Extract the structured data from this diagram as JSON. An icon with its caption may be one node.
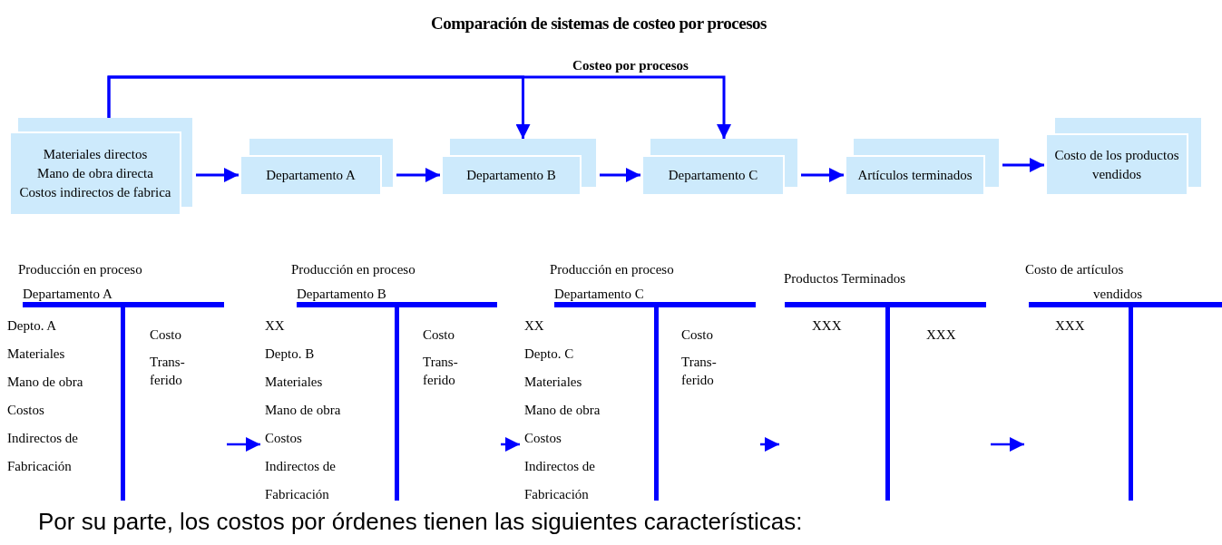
{
  "diagram": {
    "title": "Comparación de sistemas de costeo por procesos",
    "nodes": [
      {
        "text": [
          "Materiales directos",
          "Mano de obra directa",
          "Costos indirectos de fabrica"
        ]
      },
      {
        "text": [
          "Departamento A"
        ]
      },
      {
        "text": [
          "Departamento B"
        ]
      },
      {
        "text": [
          "Departamento C"
        ]
      },
      {
        "text": [
          "Artículos terminados"
        ]
      },
      {
        "text": [
          "Costo de los productos vendidos"
        ]
      },
      {
        "text": [
          "Producción en proceso",
          "Departamento A",
          "Depto. A",
          "Materiales",
          "Mano de obra",
          "Costos",
          "Indirectos de",
          "Fabricación",
          "Costo",
          "Trans- ferido"
        ]
      },
      {
        "text": [
          "Producción en proceso",
          "Departamento B",
          "XX",
          "Depto. B",
          "Materiales",
          "Mano de obra",
          "Costos",
          "Indirectos de",
          "Fabricación",
          "Costo",
          "Trans- ferido"
        ]
      },
      {
        "text": [
          "Producción en proceso",
          "Departamento C",
          "XX",
          "Depto. C",
          "Materiales",
          "Mano de obra",
          "Costos",
          "Indirectos de",
          "Fabricación",
          "Costo",
          "Trans- ferido"
        ]
      },
      {
        "text": [
          "Productos Terminados",
          "XXX",
          "XXX"
        ]
      },
      {
        "text": [
          "Costo de artículos",
          "vendidos",
          "XXX"
        ]
      }
    ],
    "edges": [
      {
        "from": 0,
        "to": 1,
        "arrow": "to"
      },
      {
        "from": 1,
        "to": 2,
        "arrow": "to"
      },
      {
        "from": 2,
        "to": 3,
        "arrow": "to"
      },
      {
        "from": 3,
        "to": 4,
        "arrow": "to"
      },
      {
        "from": 4,
        "to": 5,
        "arrow": "to"
      },
      {
        "from": 0,
        "to": 2,
        "arrow": "to"
      },
      {
        "from": 0,
        "to": 3,
        "arrow": "to"
      },
      {
        "from": 6,
        "to": 7,
        "arrow": "to"
      },
      {
        "from": 7,
        "to": 8,
        "arrow": "to"
      },
      {
        "from": 8,
        "to": 9,
        "arrow": "to"
      },
      {
        "from": 9,
        "to": 10,
        "arrow": "to"
      }
    ],
    "labels": [
      "Costeo por procesos",
      "Por su parte, los costos por órdenes tienen las siguientes características:"
    ]
  }
}
